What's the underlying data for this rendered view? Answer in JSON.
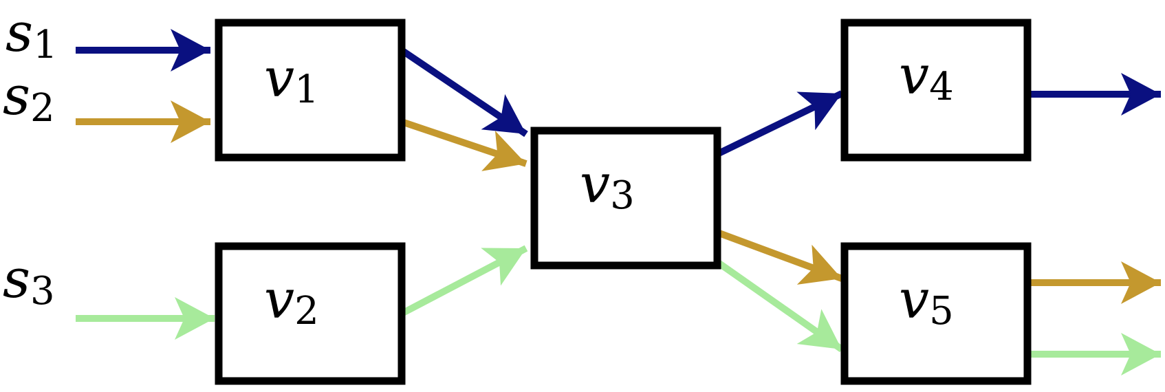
{
  "colors": {
    "flow_1": "#0a1080",
    "flow_2": "#c4982e",
    "flow_3": "#a7ea9b",
    "box_stroke": "#000000"
  },
  "sources": [
    {
      "id": "s1",
      "letter": "s",
      "subscript": "1"
    },
    {
      "id": "s2",
      "letter": "s",
      "subscript": "2"
    },
    {
      "id": "s3",
      "letter": "s",
      "subscript": "3"
    }
  ],
  "nodes": [
    {
      "id": "v1",
      "letter": "v",
      "subscript": "1"
    },
    {
      "id": "v2",
      "letter": "v",
      "subscript": "2"
    },
    {
      "id": "v3",
      "letter": "v",
      "subscript": "3"
    },
    {
      "id": "v4",
      "letter": "v",
      "subscript": "4"
    },
    {
      "id": "v5",
      "letter": "v",
      "subscript": "5"
    }
  ],
  "edges": [
    {
      "from": "s1",
      "to": "v1",
      "flow": "flow_1"
    },
    {
      "from": "s2",
      "to": "v1",
      "flow": "flow_2"
    },
    {
      "from": "s3",
      "to": "v2",
      "flow": "flow_3"
    },
    {
      "from": "v1",
      "to": "v3",
      "flow": "flow_1"
    },
    {
      "from": "v1",
      "to": "v3",
      "flow": "flow_2"
    },
    {
      "from": "v2",
      "to": "v3",
      "flow": "flow_3"
    },
    {
      "from": "v3",
      "to": "v4",
      "flow": "flow_1"
    },
    {
      "from": "v3",
      "to": "v5",
      "flow": "flow_2"
    },
    {
      "from": "v3",
      "to": "v5",
      "flow": "flow_3"
    },
    {
      "from": "v4",
      "to": "out",
      "flow": "flow_1"
    },
    {
      "from": "v5",
      "to": "out",
      "flow": "flow_2"
    },
    {
      "from": "v5",
      "to": "out",
      "flow": "flow_3"
    }
  ]
}
